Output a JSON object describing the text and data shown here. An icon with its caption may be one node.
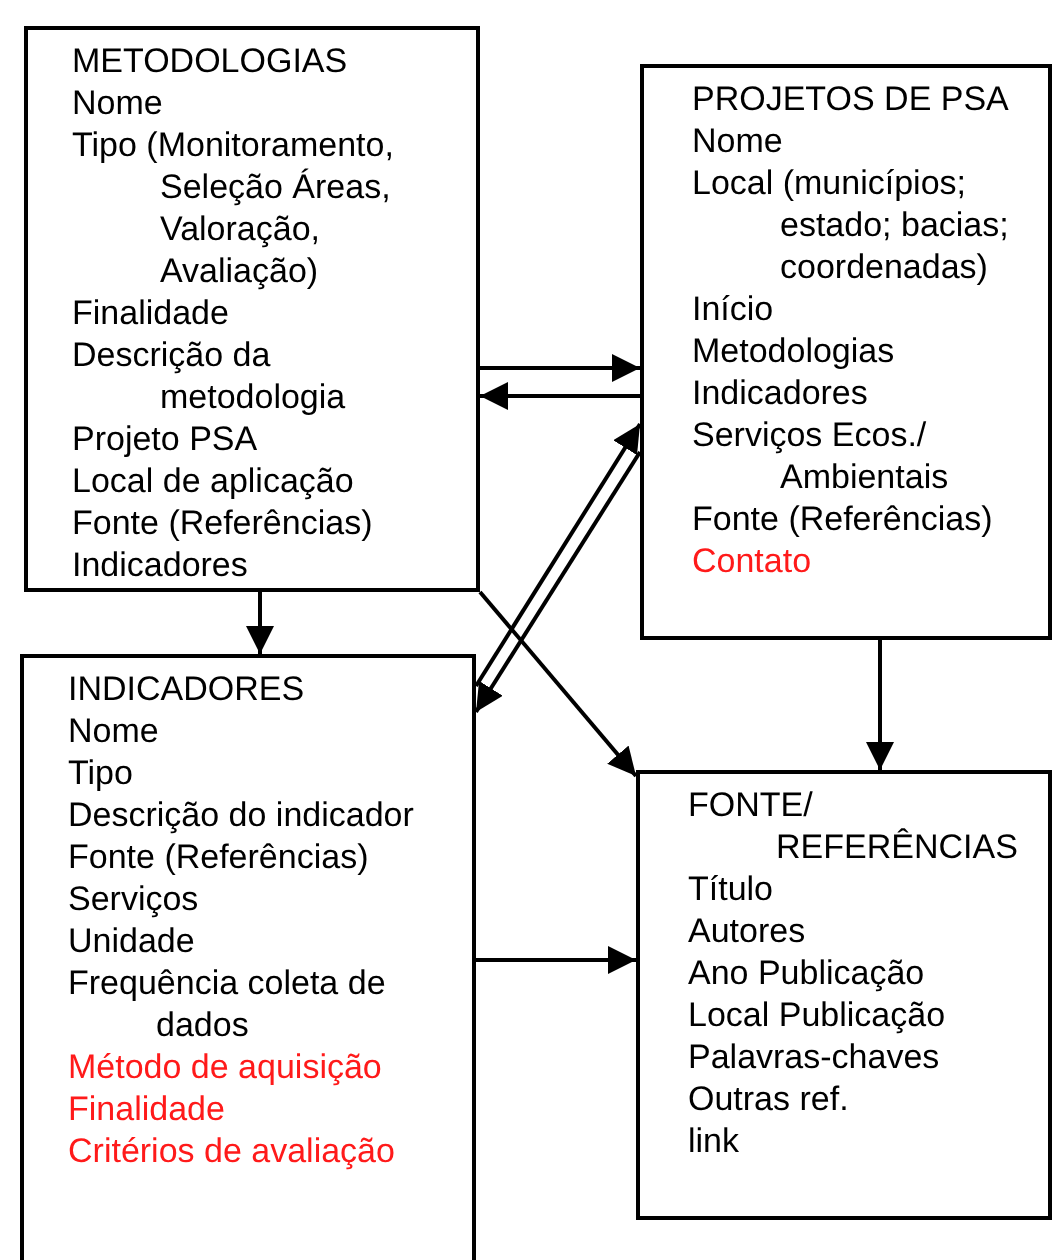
{
  "diagram": {
    "nodes": [
      {
        "text": [
          "METODOLOGIAS",
          "Nome",
          "Tipo (Monitoramento, Seleção Áreas, Valoração, Avaliação)",
          "Finalidade",
          "Descrição da metodologia",
          "Projeto PSA",
          "Local de aplicação",
          "Fonte (Referências)",
          "Indicadores"
        ]
      },
      {
        "text": [
          "PROJETOS DE PSA",
          "Nome",
          "Local (municípios; estado; bacias; coordenadas)",
          "Início",
          "Metodologias",
          "Indicadores",
          "Serviços Ecos./ Ambientais",
          "Fonte (Referências)",
          "Contato"
        ]
      },
      {
        "text": [
          "INDICADORES",
          "Nome",
          "Tipo",
          "Descrição do indicador",
          "Fonte (Referências)",
          "Serviços",
          "Unidade",
          "Frequência coleta de dados",
          "Método de aquisição",
          "Finalidade",
          "Critérios de avaliação"
        ]
      },
      {
        "text": [
          "FONTE/ REFERÊNCIAS",
          "Título",
          "Autores",
          "Ano Publicação",
          "Local Publicação",
          "Palavras-chaves",
          "Outras ref.",
          "link"
        ]
      }
    ],
    "edges": [
      {
        "from": 0,
        "to": 1,
        "arrow": "to"
      },
      {
        "from": 1,
        "to": 0,
        "arrow": "to"
      },
      {
        "from": 0,
        "to": 2,
        "arrow": "to"
      },
      {
        "from": 2,
        "to": 1,
        "arrow": "to"
      },
      {
        "from": 1,
        "to": 2,
        "arrow": "to"
      },
      {
        "from": 0,
        "to": 3,
        "arrow": "to"
      },
      {
        "from": 1,
        "to": 3,
        "arrow": "to"
      },
      {
        "from": 2,
        "to": 3,
        "arrow": "to"
      }
    ]
  }
}
